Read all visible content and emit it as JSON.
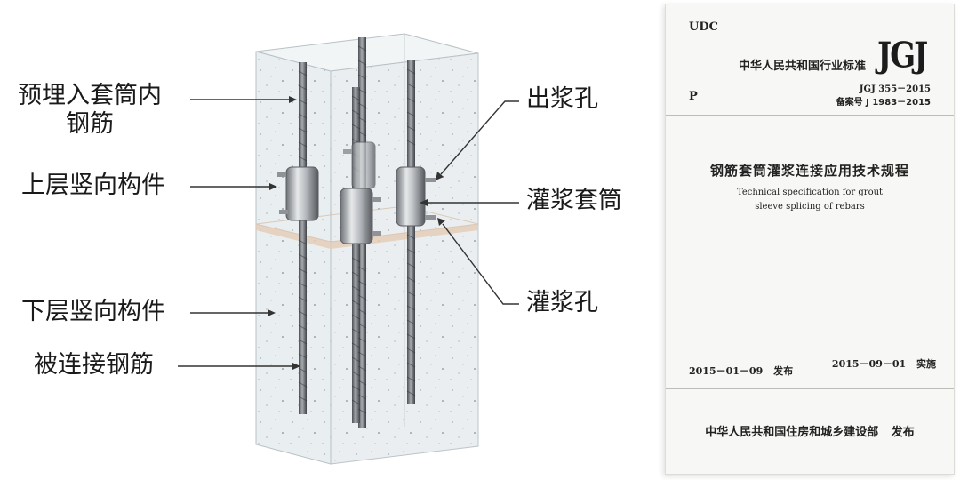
{
  "diagram": {
    "labels_left": {
      "embedded_rebar_line1": "预埋入套筒内",
      "embedded_rebar_line2": "钢筋",
      "upper_member": "上层竖向构件",
      "lower_member": "下层竖向构件",
      "connected_rebar": "被连接钢筋"
    },
    "labels_right": {
      "outlet_hole": "出浆孔",
      "grout_sleeve": "灌浆套筒",
      "grout_hole": "灌浆孔"
    }
  },
  "cover": {
    "udc": "UDC",
    "category_letter": "P",
    "standard_title": "中华人民共和国行业标准",
    "logo": "JGJ",
    "code": "JGJ 355－2015",
    "filing": "备案号 J 1983－2015",
    "title_cn": "钢筋套筒灌浆连接应用技术规程",
    "title_en_line1": "Technical specification for grout",
    "title_en_line2": "sleeve splicing of rebars",
    "publish_date": "2015－01－09",
    "publish_word": "发布",
    "effective_date": "2015－09－01",
    "effective_word": "实施",
    "issuer": "中华人民共和国住房和城乡建设部",
    "issuer_word": "发布"
  }
}
